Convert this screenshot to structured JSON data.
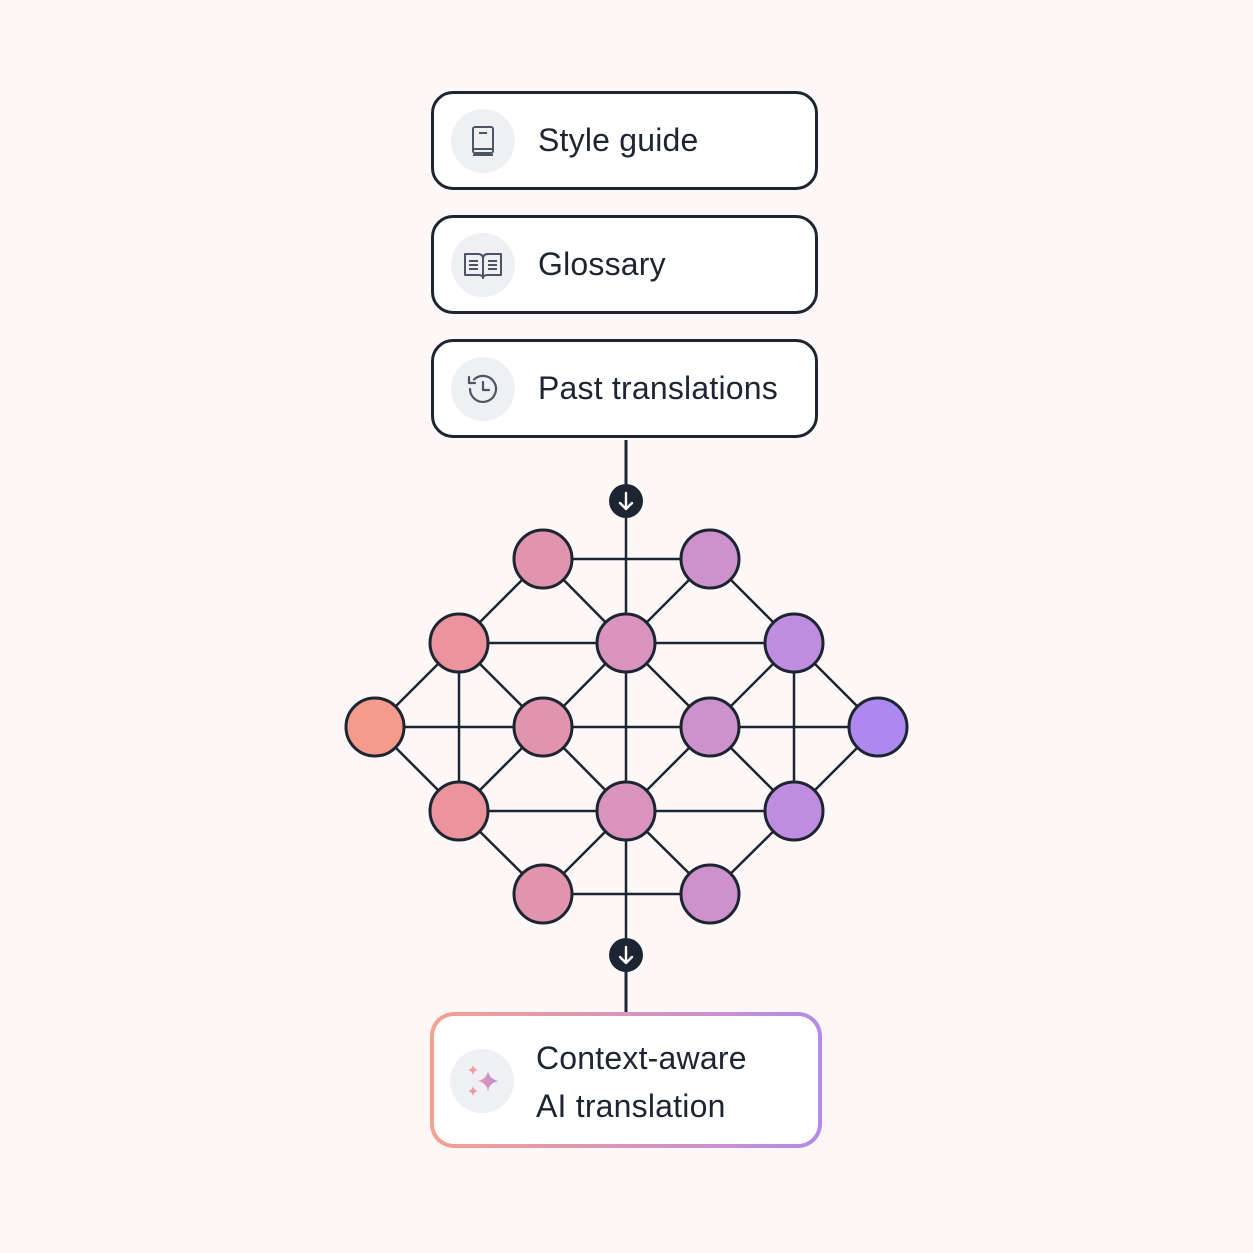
{
  "inputs": [
    {
      "label": "Style guide",
      "icon": "book-icon"
    },
    {
      "label": "Glossary",
      "icon": "open-book-icon"
    },
    {
      "label": "Past translations",
      "icon": "history-icon"
    }
  ],
  "output": {
    "line1": "Context-aware",
    "line2": "AI translation",
    "icon": "sparkles-icon"
  },
  "colors": {
    "ink": "#1c2531",
    "background": "#fdf8f7",
    "icon_bg": "#eef0f3",
    "gradient_start": "#f6a08f",
    "gradient_end": "#b58be8"
  }
}
